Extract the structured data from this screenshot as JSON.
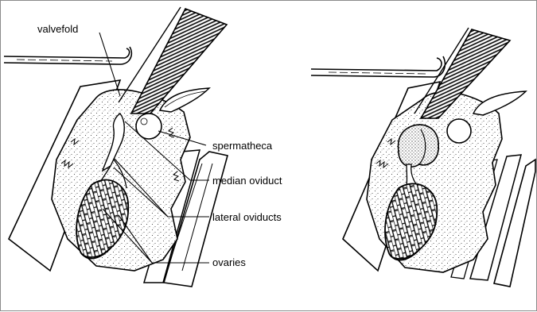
{
  "figure": {
    "labels": {
      "valvefold": "valvefold",
      "spermatheca": "spermatheca",
      "median_oviduct": "median oviduct",
      "lateral_oviducts": "lateral oviducts",
      "ovaries": "ovaries"
    },
    "stroke_color": "#000000",
    "fill_color": "#ffffff",
    "stipple_color": "#222222"
  }
}
